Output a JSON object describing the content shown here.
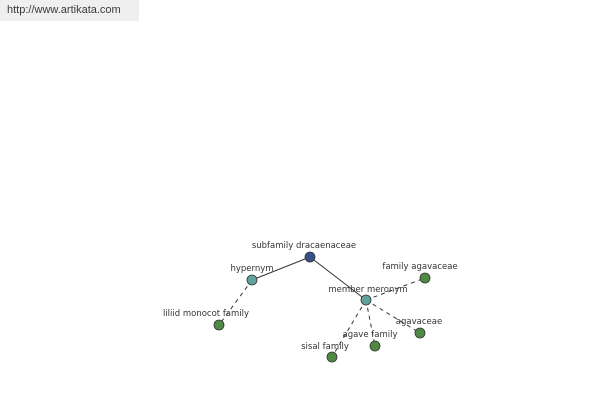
{
  "header": {
    "url_text": "http://www.artikata.com"
  },
  "graph": {
    "colors": {
      "root": "#3b4f8c",
      "relation": "#5fa39a",
      "term": "#4f8a45"
    },
    "nodes": [
      {
        "id": "root",
        "kind": "root",
        "label": "subfamily dracaenaceae"
      },
      {
        "id": "hypernym",
        "kind": "relation",
        "label": "hypernym"
      },
      {
        "id": "member-meronym",
        "kind": "relation",
        "label": "member meronym"
      },
      {
        "id": "liliid",
        "kind": "term",
        "label": "liliid monocot family"
      },
      {
        "id": "family-agavaceae",
        "kind": "term",
        "label": "family agavaceae"
      },
      {
        "id": "agavaceae",
        "kind": "term",
        "label": "agavaceae"
      },
      {
        "id": "agave-family",
        "kind": "term",
        "label": "agave family"
      },
      {
        "id": "sisal-family",
        "kind": "term",
        "label": "sisal family"
      }
    ],
    "edges": [
      {
        "from": "root",
        "to": "hypernym",
        "style": "solid"
      },
      {
        "from": "root",
        "to": "member-meronym",
        "style": "solid"
      },
      {
        "from": "hypernym",
        "to": "liliid",
        "style": "dashed"
      },
      {
        "from": "member-meronym",
        "to": "family-agavaceae",
        "style": "dashed"
      },
      {
        "from": "member-meronym",
        "to": "agavaceae",
        "style": "dashed"
      },
      {
        "from": "member-meronym",
        "to": "agave-family",
        "style": "dashed"
      },
      {
        "from": "member-meronym",
        "to": "sisal-family",
        "style": "dashed"
      }
    ]
  }
}
